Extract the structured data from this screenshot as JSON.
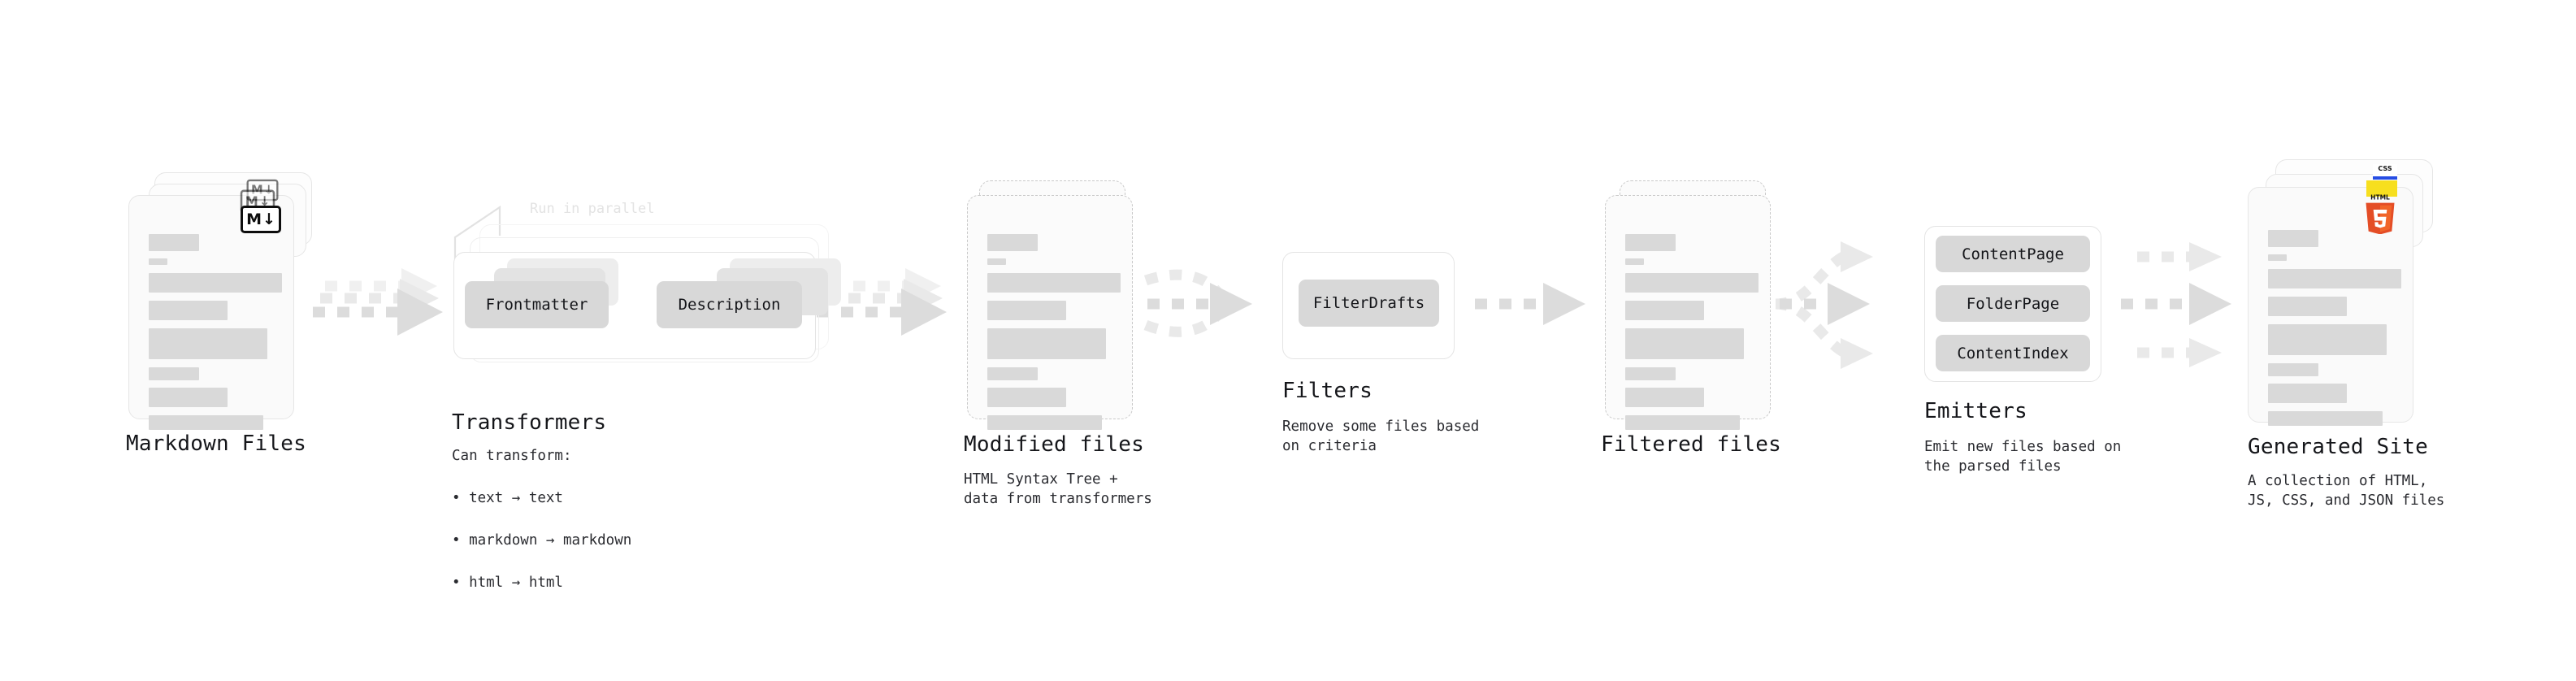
{
  "diagram": {
    "type": "pipeline-flow",
    "title": "Quartz content processing pipeline",
    "colors": {
      "skeleton": "#d9d9d9",
      "card_bg": "#fafafa",
      "border": "#e6e6e6",
      "arrow": "#dcdcdc",
      "chip": "#d8d8d8",
      "ghost_text": "#e3e3e3",
      "markdown_badge": "#0d0d0d",
      "html5_badge": "#e44d26",
      "js_badge": "#f7df1e",
      "css_badge": "#264de4"
    }
  },
  "stages": [
    {
      "id": "markdown-files",
      "title": "Markdown Files",
      "subtitle": "",
      "kind": "document-stack",
      "badge": "markdown-icon"
    },
    {
      "id": "transformers",
      "title": "Transformers",
      "subtitle": "Can transform:",
      "kind": "process-group",
      "parallel_label": "Run in parallel",
      "chips": [
        "Frontmatter",
        "Description"
      ],
      "bullets": [
        "text  →  text",
        "markdown  →  markdown",
        "html  →  html"
      ]
    },
    {
      "id": "modified-files",
      "title": "Modified files",
      "subtitle": "HTML Syntax Tree +\ndata from transformers",
      "kind": "document-stack-dashed"
    },
    {
      "id": "filters",
      "title": "Filters",
      "subtitle": "Remove some files based\non criteria",
      "kind": "process-group",
      "chips": [
        "FilterDrafts"
      ]
    },
    {
      "id": "filtered-files",
      "title": "Filtered files",
      "subtitle": "",
      "kind": "document-stack-dashed"
    },
    {
      "id": "emitters",
      "title": "Emitters",
      "subtitle": "Emit new files based on\nthe parsed files",
      "kind": "process-group",
      "chips": [
        "ContentPage",
        "FolderPage",
        "ContentIndex"
      ]
    },
    {
      "id": "generated-site",
      "title": "Generated Site",
      "subtitle": "A collection of HTML,\nJS, CSS, and JSON files",
      "kind": "document-stack",
      "badges": [
        "html5-icon",
        "js-icon",
        "css-icon"
      ]
    }
  ],
  "badges": {
    "markdown_letter": "M",
    "markdown_arrow": "↓",
    "html5_label": "HTML",
    "html5_number": "5",
    "css_label": "CSS"
  }
}
